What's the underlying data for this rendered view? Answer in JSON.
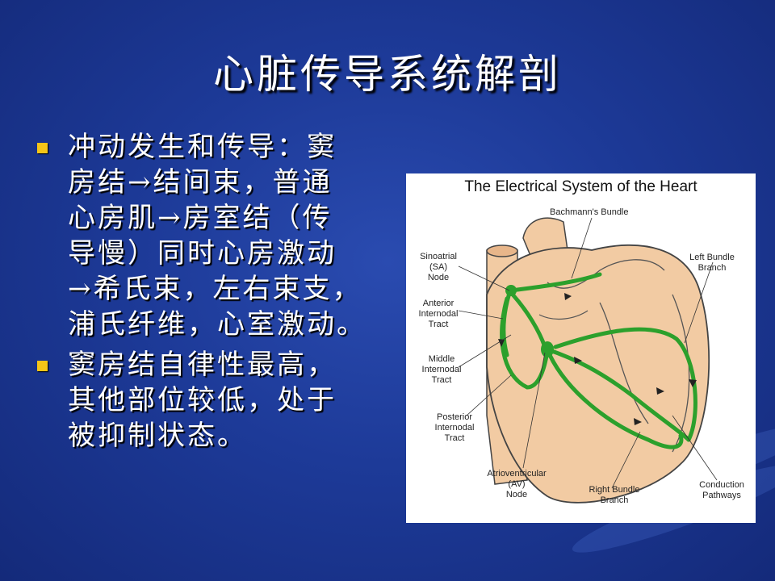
{
  "slide": {
    "title": "心脏传导系统解剖",
    "bullets": [
      {
        "lines": [
          "冲动发生和传导：窦",
          "房结→结间束，普通",
          "心房肌→房室结（传",
          "导慢）同时心房激动",
          "→希氏束，左右束支，",
          "浦氏纤维，心室激动。"
        ]
      },
      {
        "lines": [
          "窦房结自律性最高，",
          "其他部位较低，处于",
          "被抑制状态。"
        ]
      }
    ]
  },
  "figure": {
    "title": "The Electrical System of the Heart",
    "labels": {
      "bachmann": "Bachmann's Bundle",
      "sa": [
        "Sinoatrial",
        "(SA)",
        "Node"
      ],
      "anterior": [
        "Anterior",
        "Internodal",
        "Tract"
      ],
      "middle": [
        "Middle",
        "Internodal",
        "Tract"
      ],
      "posterior": [
        "Posterior",
        "Internodal",
        "Tract"
      ],
      "av": [
        "Atrioventricular",
        "(AV)",
        "Node"
      ],
      "right_bundle": [
        "Right Bundle",
        "Branch"
      ],
      "left_bundle": [
        "Left Bundle",
        "Branch"
      ],
      "conduction": [
        "Conduction",
        "Pathways"
      ]
    },
    "colors": {
      "heart": "#f2cba3",
      "pathway": "#33cc33",
      "outline": "#444444"
    }
  }
}
